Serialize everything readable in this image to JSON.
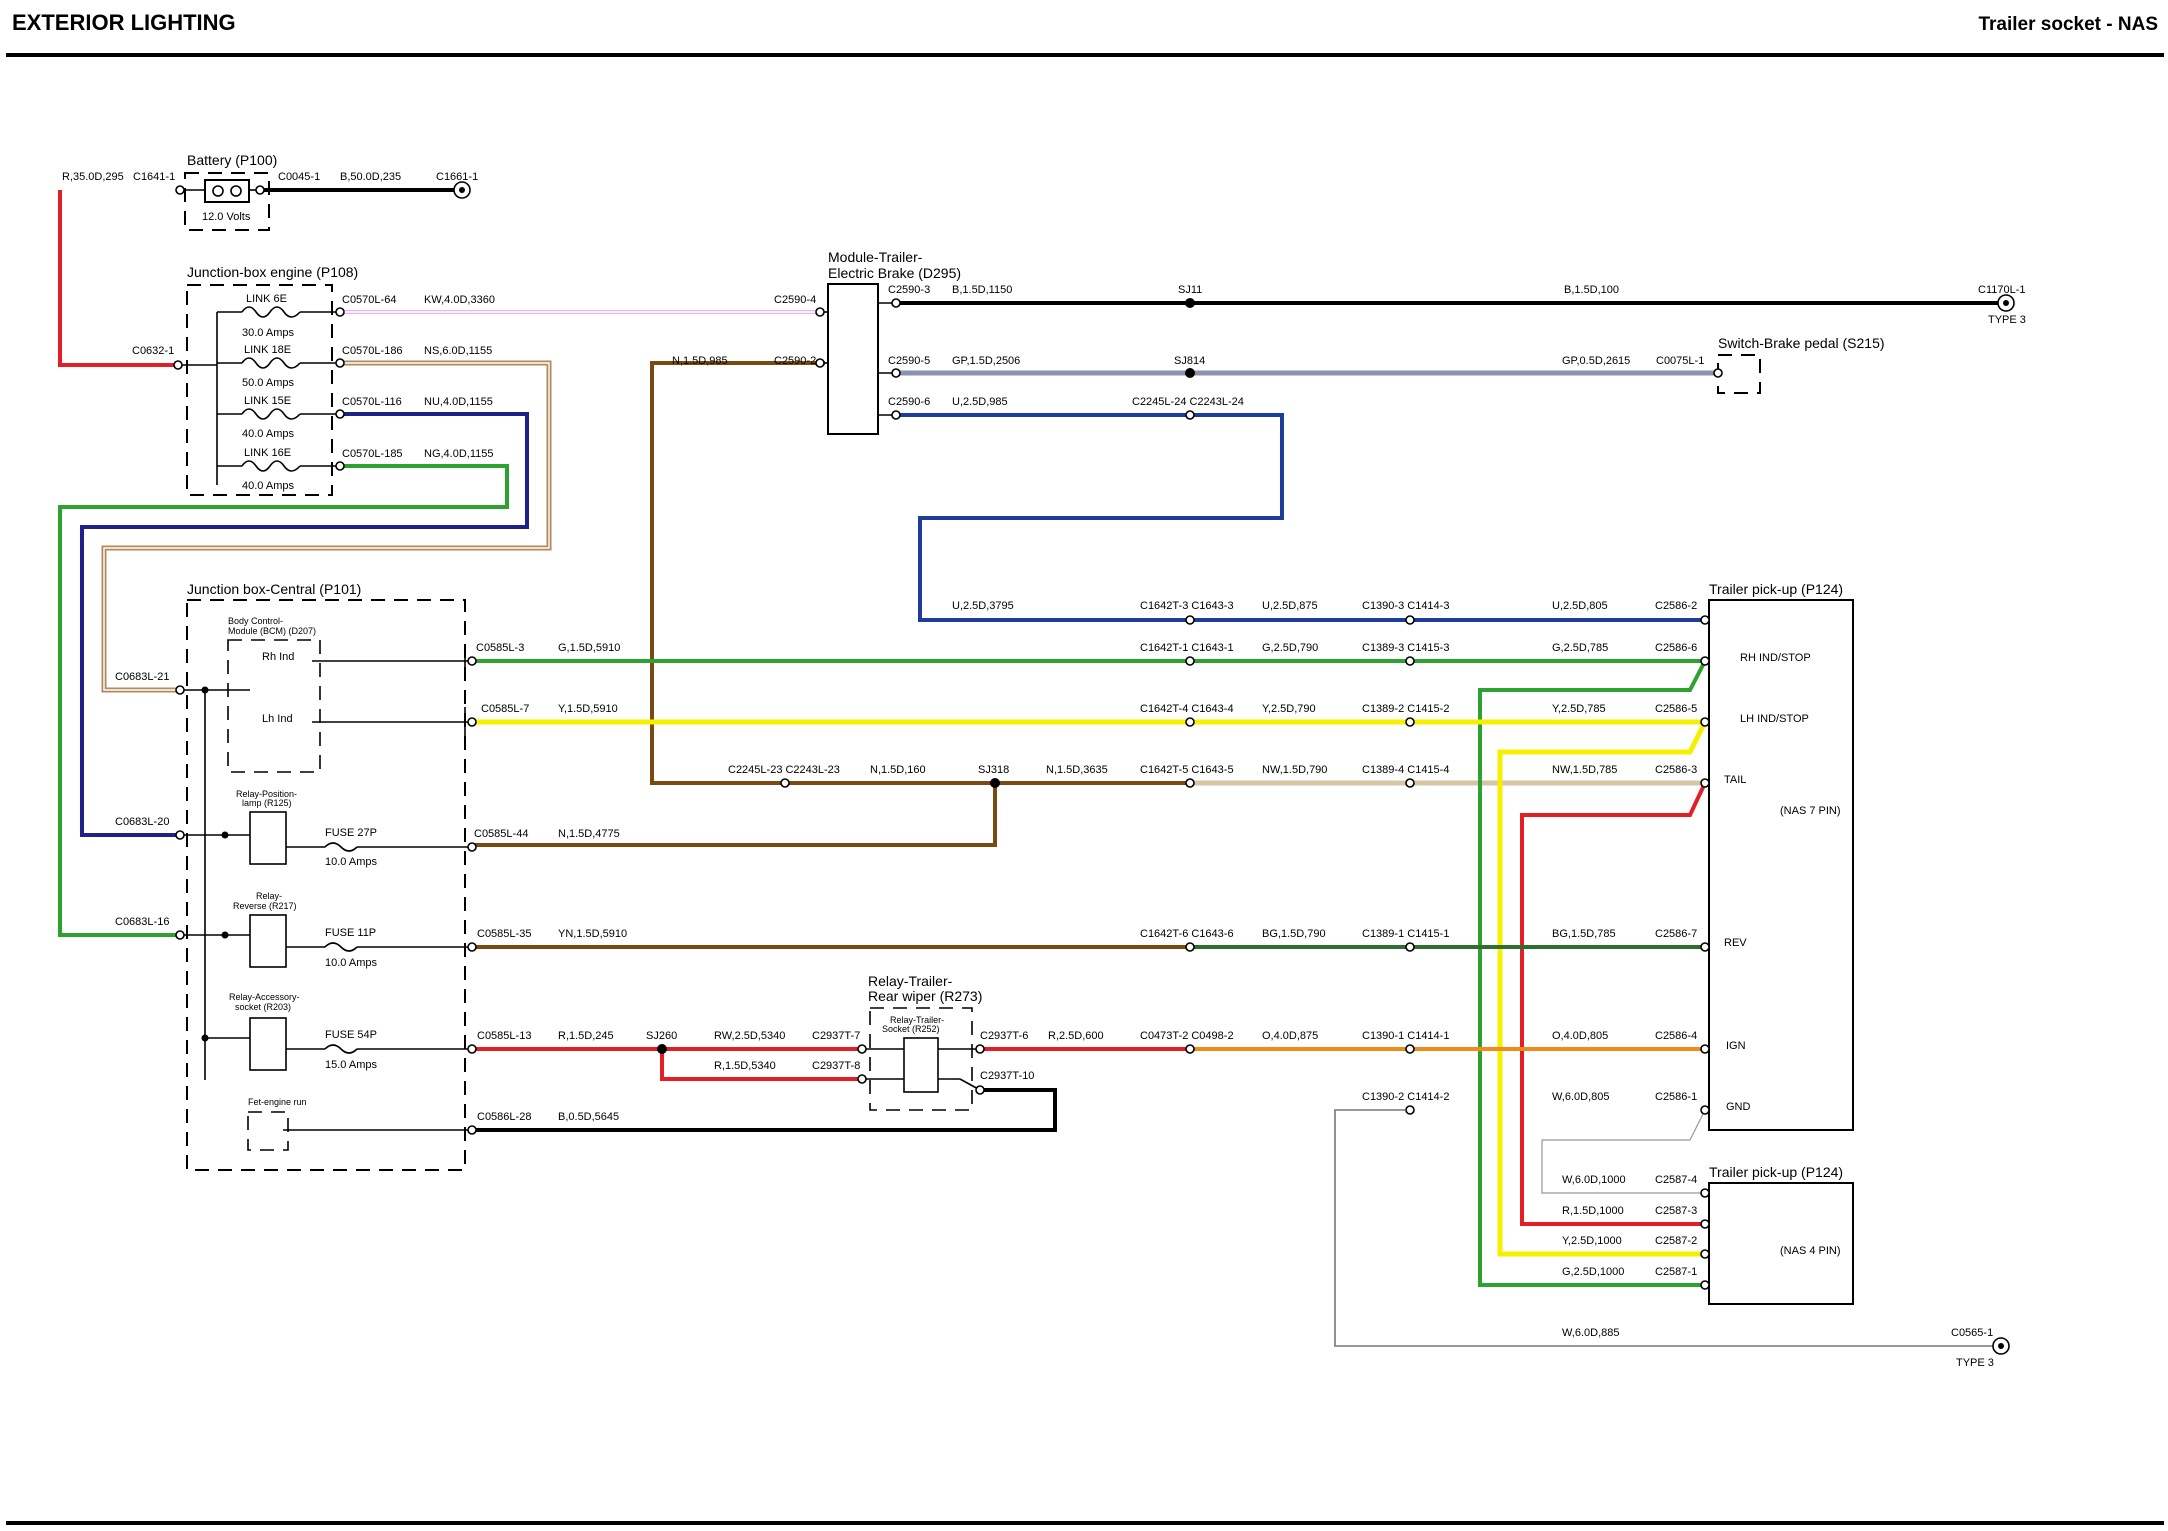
{
  "header": {
    "title": "EXTERIOR LIGHTING",
    "subtitle": "Trailer socket - NAS"
  },
  "blocks": {
    "battery": "Battery (P100)",
    "battery_volts": "12.0 Volts",
    "jbe": "Junction-box engine (P108)",
    "jbc": "Junction box-Central (P101)",
    "bcm_1": "Body Control-",
    "bcm_2": "Module (BCM) (D207)",
    "rh_ind": "Rh Ind",
    "lh_ind": "Lh Ind",
    "relay_pos_1": "Relay-Position-",
    "relay_pos_2": "lamp (R125)",
    "relay_rev_1": "Relay-",
    "relay_rev_2": "Reverse (R217)",
    "relay_acc_1": "Relay-Accessory-",
    "relay_acc_2": "socket (R203)",
    "fet": "Fet-engine run",
    "module_1": "Module-Trailer-",
    "module_2": "Electric Brake (D295)",
    "switch_brake": "Switch-Brake pedal (S215)",
    "relay_wiper_1": "Relay-Trailer-",
    "relay_wiper_2": "Rear wiper (R273)",
    "relay_sock_1": "Relay-Trailer-",
    "relay_sock_2": "Socket (R252)",
    "trailer7": "Trailer pick-up (P124)",
    "trailer7_type": "(NAS 7 PIN)",
    "trailer4": "Trailer pick-up (P124)",
    "trailer4_type": "(NAS 4 PIN)",
    "rh_ind_stop": "RH IND/STOP",
    "lh_ind_stop": "LH IND/STOP",
    "tail": "TAIL",
    "rev": "REV",
    "ign": "IGN",
    "gnd": "GND",
    "type3_a": "TYPE 3",
    "type3_b": "TYPE 3"
  },
  "fuses": {
    "link6e": "LINK 6E",
    "link6e_a": "30.0 Amps",
    "link18e": "LINK 18E",
    "link18e_a": "50.0 Amps",
    "link15e": "LINK 15E",
    "link15e_a": "40.0 Amps",
    "link16e": "LINK 16E",
    "link16e_a": "40.0 Amps",
    "fuse27p": "FUSE 27P",
    "fuse27p_a": "10.0 Amps",
    "fuse11p": "FUSE 11P",
    "fuse11p_a": "10.0 Amps",
    "fuse54p": "FUSE 54P",
    "fuse54p_a": "15.0 Amps"
  },
  "connectors": {
    "c1641_1": "C1641-1",
    "c0045_1": "C0045-1",
    "c1661_1": "C1661-1",
    "c0632_1": "C0632-1",
    "c0570l_64": "C0570L-64",
    "c0570l_186": "C0570L-186",
    "c0570l_116": "C0570L-116",
    "c0570l_185": "C0570L-185",
    "c2590_4": "C2590-4",
    "c2590_2": "C2590-2",
    "c2590_3": "C2590-3",
    "c2590_5": "C2590-5",
    "c2590_6": "C2590-6",
    "sj11": "SJ11",
    "sj814": "SJ814",
    "sj318": "SJ318",
    "sj260": "SJ260",
    "c1170l_1": "C1170L-1",
    "c0075l_1": "C0075L-1",
    "c2245l_24": "C2245L-24 C2243L-24",
    "c2245l_23": "C2245L-23 C2243L-23",
    "c0683l_21": "C0683L-21",
    "c0683l_20": "C0683L-20",
    "c0683l_16": "C0683L-16",
    "c0585l_3": "C0585L-3",
    "c0585l_7": "C0585L-7",
    "c0585l_44": "C0585L-44",
    "c0585l_35": "C0585L-35",
    "c0585l_13": "C0585L-13",
    "c0586l_28": "C0586L-28",
    "c1642t_3": "C1642T-3 C1643-3",
    "c1642t_1": "C1642T-1 C1643-1",
    "c1642t_4": "C1642T-4 C1643-4",
    "c1642t_5": "C1642T-5 C1643-5",
    "c1642t_6": "C1642T-6 C1643-6",
    "c0473t_2": "C0473T-2 C0498-2",
    "c1390_3": "C1390-3 C1414-3",
    "c1389_3": "C1389-3 C1415-3",
    "c1389_2": "C1389-2 C1415-2",
    "c1389_4": "C1389-4 C1415-4",
    "c1389_1": "C1389-1 C1415-1",
    "c1390_1": "C1390-1 C1414-1",
    "c1390_2": "C1390-2 C1414-2",
    "c2586_2": "C2586-2",
    "c2586_6": "C2586-6",
    "c2586_5": "C2586-5",
    "c2586_3": "C2586-3",
    "c2586_7": "C2586-7",
    "c2586_4": "C2586-4",
    "c2586_1": "C2586-1",
    "c2587_4": "C2587-4",
    "c2587_3": "C2587-3",
    "c2587_2": "C2587-2",
    "c2587_1": "C2587-1",
    "c2937t_7": "C2937T-7",
    "c2937t_8": "C2937T-8",
    "c2937t_6": "C2937T-6",
    "c2937t_10": "C2937T-10",
    "c0565_1": "C0565-1"
  },
  "wires": {
    "w_r35": "R,35.0D,295",
    "w_b50": "B,50.0D,235",
    "w_kw": "KW,4.0D,3360",
    "w_ns": "NS,6.0D,1155",
    "w_nu": "NU,4.0D,1155",
    "w_ng": "NG,4.0D,1155",
    "w_n985": "N,1.5D,985",
    "w_b1150": "B,1.5D,1150",
    "w_b100": "B,1.5D,100",
    "w_gp2506": "GP,1.5D,2506",
    "w_gp2615": "GP,0.5D,2615",
    "w_u985": "U,2.5D,985",
    "w_u3795": "U,2.5D,3795",
    "w_u875": "U,2.5D,875",
    "w_u805": "U,2.5D,805",
    "w_g5910": "G,1.5D,5910",
    "w_g790": "G,2.5D,790",
    "w_g785": "G,2.5D,785",
    "w_y5910": "Y,1.5D,5910",
    "w_y790": "Y,2.5D,790",
    "w_y785": "Y,2.5D,785",
    "w_n160": "N,1.5D,160",
    "w_n3635": "N,1.5D,3635",
    "w_nw790": "NW,1.5D,790",
    "w_nw785": "NW,1.5D,785",
    "w_n4775": "N,1.5D,4775",
    "w_yn5910": "YN,1.5D,5910",
    "w_bg790": "BG,1.5D,790",
    "w_bg785": "BG,1.5D,785",
    "w_r245": "R,1.5D,245",
    "w_rw5340": "RW,2.5D,5340",
    "w_r5340": "R,1.5D,5340",
    "w_r600": "R,2.5D,600",
    "w_o875": "O,4.0D,875",
    "w_o805": "O,4.0D,805",
    "w_b5645": "B,0.5D,5645",
    "w_w805": "W,6.0D,805",
    "w_w1000": "W,6.0D,1000",
    "w_r1000": "R,1.5D,1000",
    "w_y1000": "Y,2.5D,1000",
    "w_g1000": "G,2.5D,1000",
    "w_w885": "W,6.0D,885"
  },
  "colors": {
    "red": "#e21f26",
    "black": "#000000",
    "brown": "#7a4a12",
    "green": "#2ea22e",
    "yellow": "#f5f000",
    "navy": "#20208c",
    "blue": "#1d3d9e",
    "grey": "#8a93ad",
    "pink": "#e8b8e8",
    "tan": "#d7c6a6",
    "orange": "#f08a1c"
  }
}
